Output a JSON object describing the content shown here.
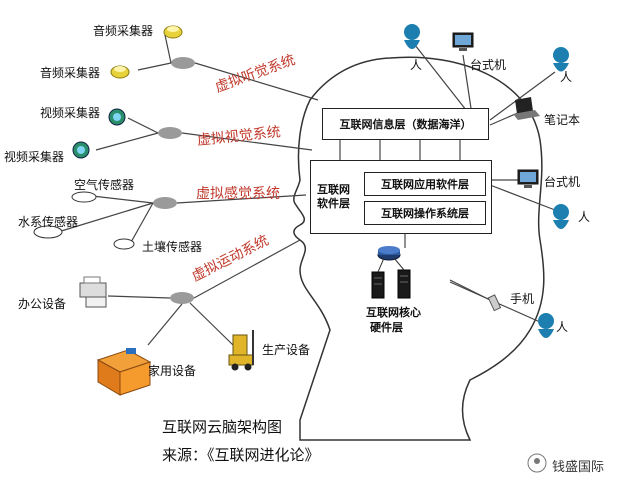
{
  "left_nodes": {
    "audio1": "音频采集器",
    "audio2": "音频采集器",
    "video1": "视频采集器",
    "video2": "视频采集器",
    "air": "空气传感器",
    "water": "水系传感器",
    "soil": "土壤传感器",
    "office": "办公设备",
    "home": "家用设备",
    "production": "生产设备"
  },
  "systems": {
    "hearing": "虚拟听觉系统",
    "vision": "虚拟视觉系统",
    "sense": "虚拟感觉系统",
    "motion": "虚拟运动系统"
  },
  "brain": {
    "info_layer": "互联网信息层（数据海洋）",
    "software_layer_line1": "互联网",
    "software_layer_line2": "软件层",
    "app_layer": "互联网应用软件层",
    "os_layer": "互联网操作系统层",
    "core_line1": "互联网核心",
    "core_line2": "硬件层"
  },
  "right_nodes": {
    "person1": "人",
    "desktop1": "台式机",
    "person2": "人",
    "laptop": "笔记本",
    "desktop2": "台式机",
    "person3": "人",
    "phone": "手机",
    "person4": "人"
  },
  "caption": {
    "title": "互联网云脑架构图",
    "source": "来源：《互联网进化论》"
  },
  "watermark": "钱盛国际"
}
